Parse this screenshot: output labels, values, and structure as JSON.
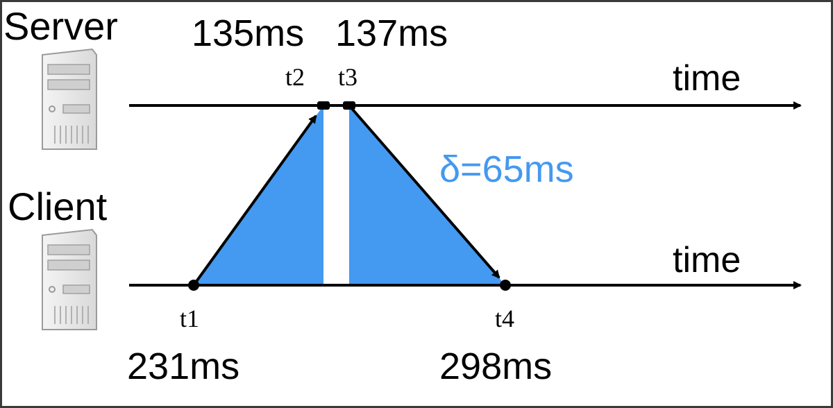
{
  "server": {
    "label": "Server",
    "icon": "server-tower-icon",
    "time_label": "time"
  },
  "client": {
    "label": "Client",
    "icon": "server-tower-icon",
    "time_label": "time"
  },
  "events": {
    "t1": {
      "label": "t1",
      "value": "231ms"
    },
    "t2": {
      "label": "t2",
      "value": "135ms"
    },
    "t3": {
      "label": "t3",
      "value": "137ms"
    },
    "t4": {
      "label": "t4",
      "value": "298ms"
    }
  },
  "delta": {
    "label": "δ=65ms"
  },
  "colors": {
    "fill": "#4499f0",
    "line": "#000000",
    "delta": "#4499f0",
    "icon_body": "#e6e6e6",
    "icon_outline": "#9a9a9a"
  }
}
